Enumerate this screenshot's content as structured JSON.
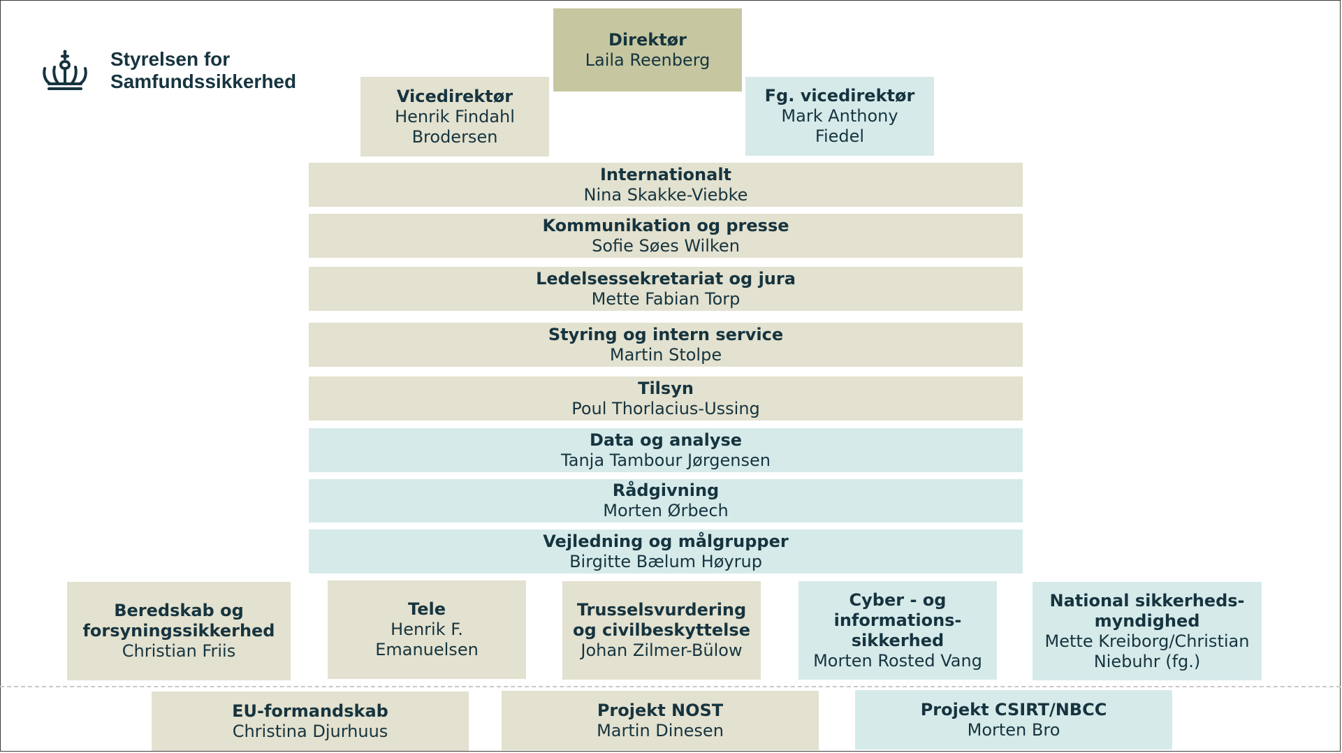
{
  "logo": {
    "line1": "Styrelsen for",
    "line2": "Samfundssikkerhed"
  },
  "colors": {
    "beige": "#e3e1cf",
    "olive": "#c6c7a0",
    "blue": "#d6eaea",
    "text": "#16343f"
  },
  "direktor": {
    "title": "Direktør",
    "name": "Laila Reenberg"
  },
  "vicedirektor": {
    "title": "Vicedirektør",
    "name1": "Henrik Findahl",
    "name2": "Brodersen"
  },
  "fg_vicedirektor": {
    "title": "Fg. vicedirektør",
    "name1": "Mark Anthony",
    "name2": "Fiedel"
  },
  "units": [
    {
      "title": "Internationalt",
      "name": "Nina Skakke-Viebke"
    },
    {
      "title": "Kommunikation og presse",
      "name": "Sofie Søes Wilken"
    },
    {
      "title": "Ledelsessekretariat og jura",
      "name": "Mette Fabian Torp"
    },
    {
      "title": "Styring og intern service",
      "name": "Martin Stolpe"
    },
    {
      "title": "Tilsyn",
      "name": "Poul Thorlacius-Ussing"
    },
    {
      "title": "Data og analyse",
      "name": "Tanja Tambour Jørgensen"
    },
    {
      "title": "Rådgivning",
      "name": "Morten Ørbech"
    },
    {
      "title": "Vejledning og målgrupper",
      "name": "Birgitte Bælum Høyrup"
    }
  ],
  "centers": {
    "beredskab": {
      "title1": "Beredskab og",
      "title2": "forsyningssikkerhed",
      "name": "Christian Friis"
    },
    "tele": {
      "title": "Tele",
      "name1": "Henrik F.",
      "name2": "Emanuelsen"
    },
    "trussel": {
      "title1": "Trusselsvurdering",
      "title2": "og civilbeskyttelse",
      "name": "Johan Zilmer-Bülow"
    },
    "cyber": {
      "title1": "Cyber - og",
      "title2": "informations-",
      "title3": "sikkerhed",
      "name": "Morten Rosted Vang"
    },
    "national": {
      "title1": "National sikkerheds-",
      "title2": "myndighed",
      "name1": "Mette Kreiborg/Christian",
      "name2": "Niebuhr (fg.)"
    }
  },
  "projects": [
    {
      "title": "EU-formandskab",
      "name": "Christina Djurhuus"
    },
    {
      "title": "Projekt NOST",
      "name": "Martin Dinesen"
    },
    {
      "title": "Projekt CSIRT/NBCC",
      "name": "Morten Bro"
    }
  ]
}
